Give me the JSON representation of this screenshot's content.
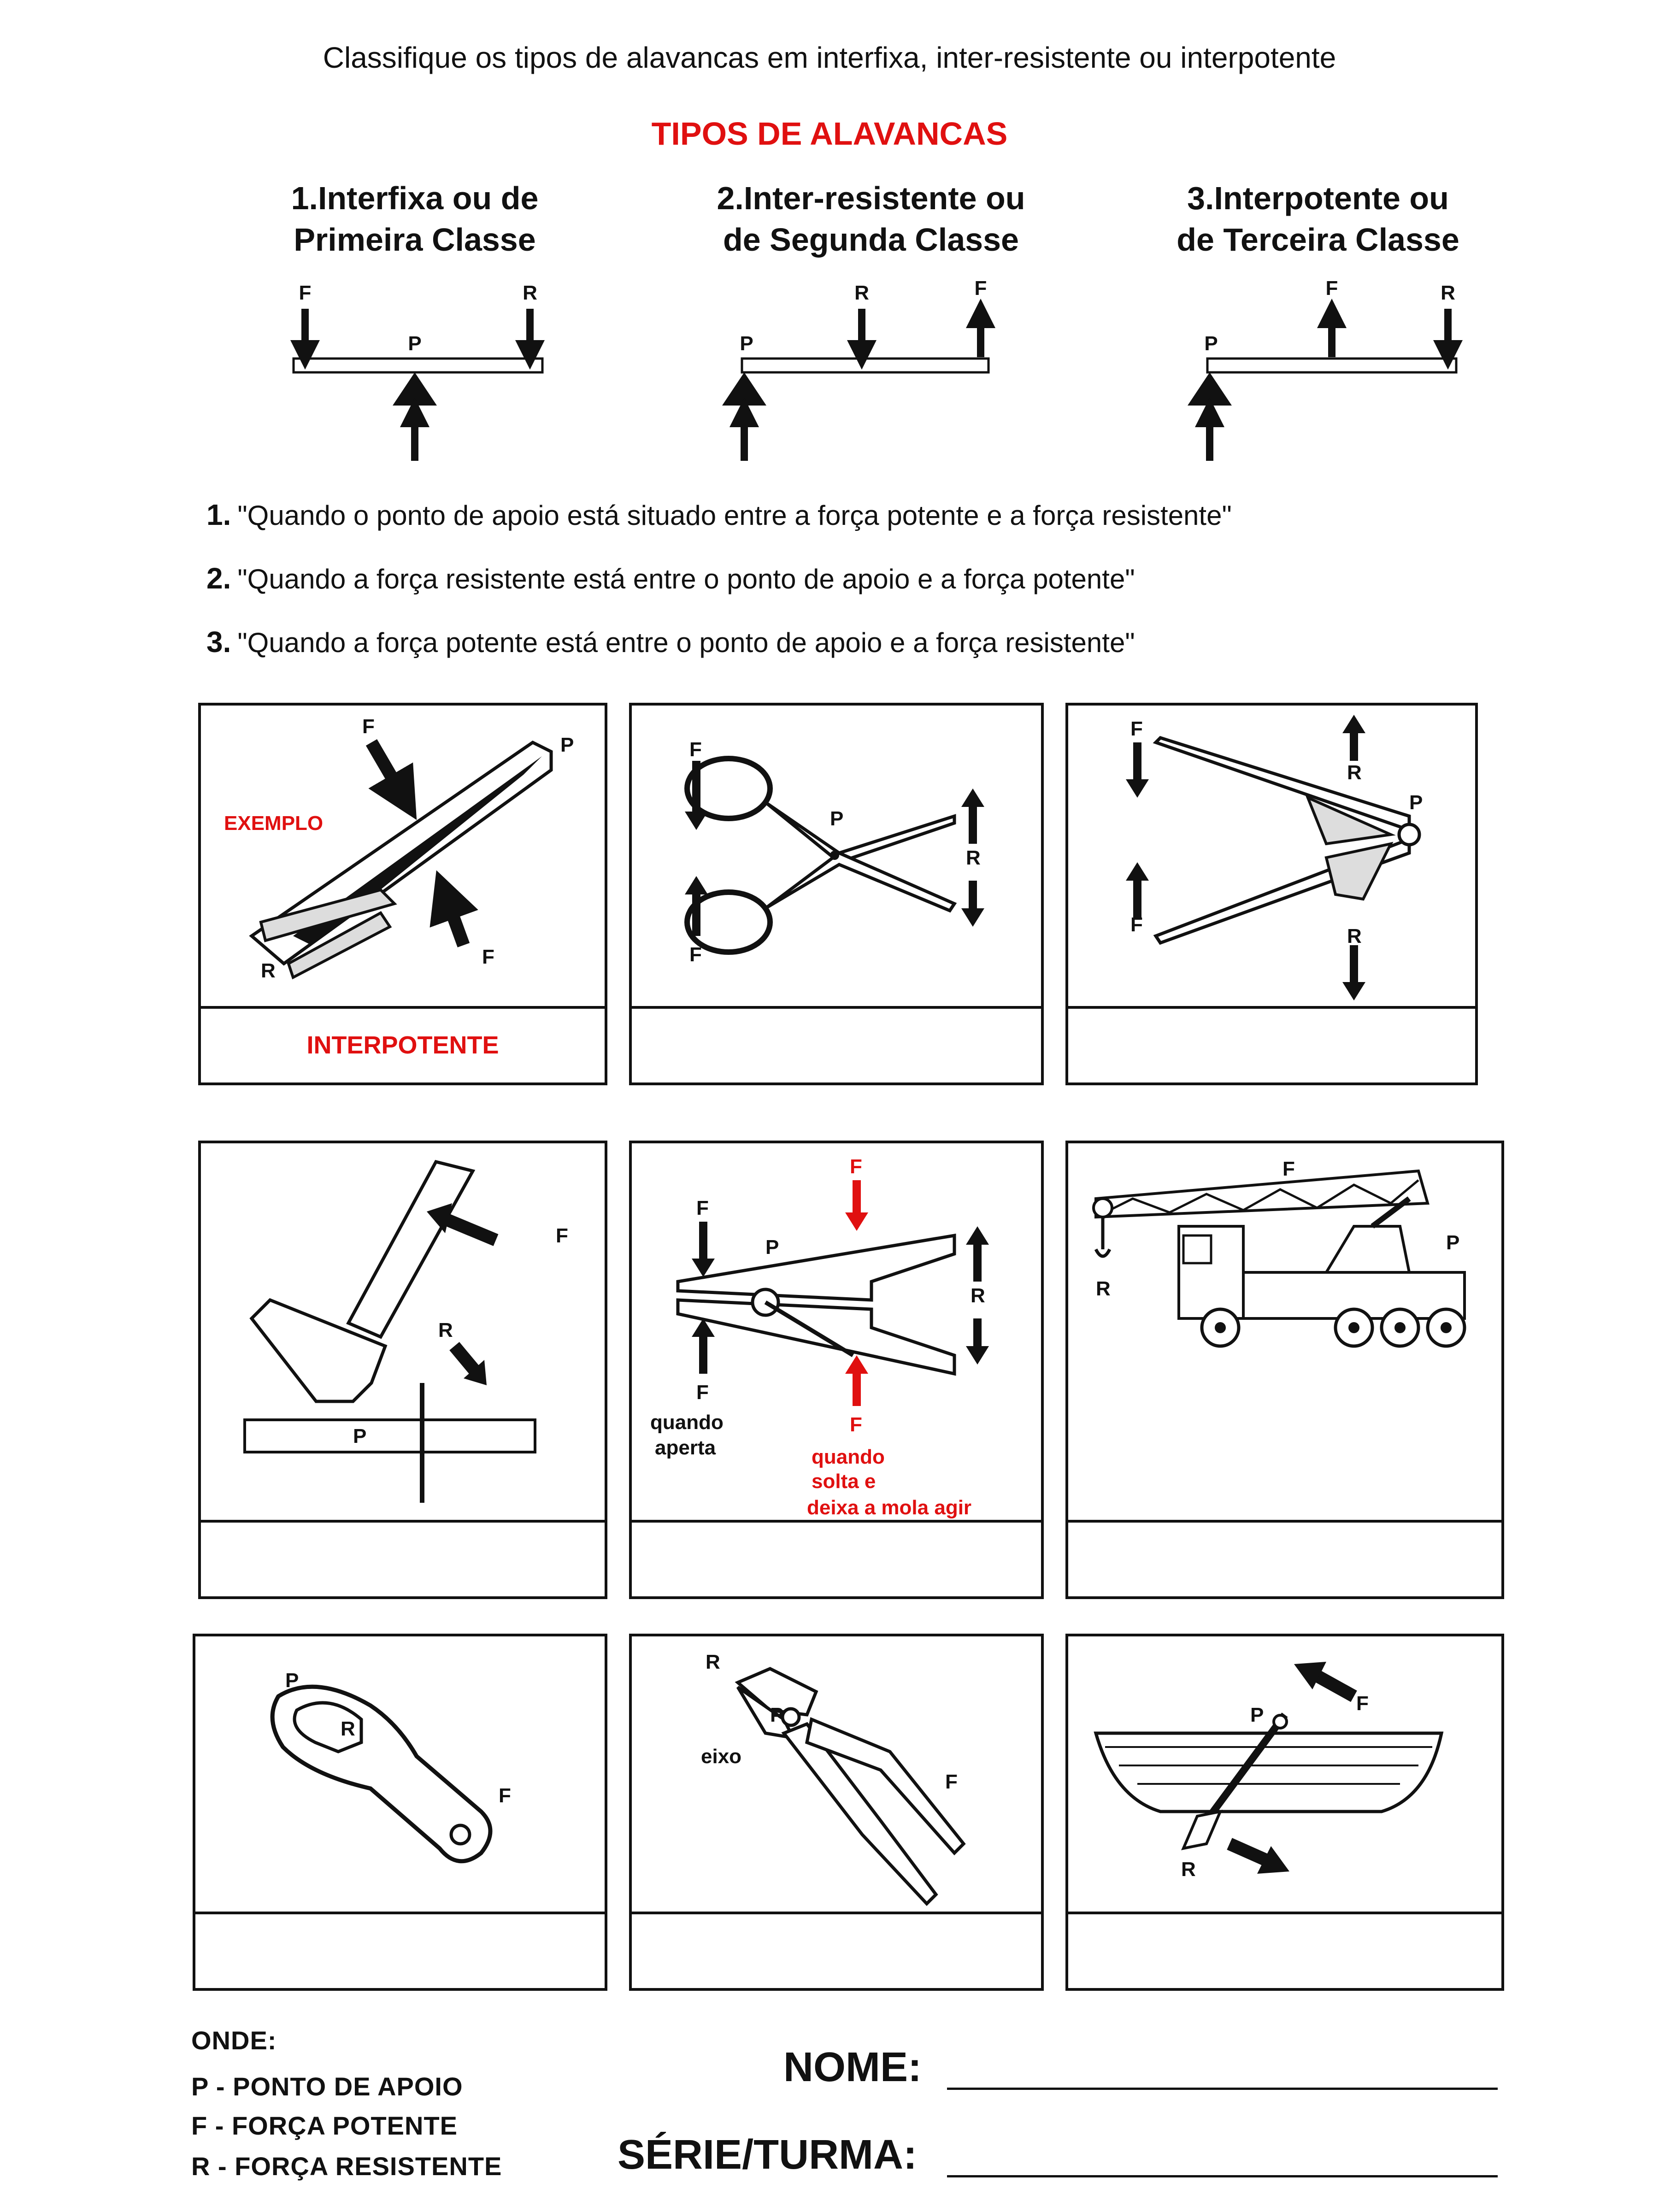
{
  "instruction": "Classifique os tipos de alavancas em interfixa, inter-resistente ou interpotente",
  "section_title": "TIPOS DE ALAVANCAS",
  "types": [
    {
      "line1": "1.Interfixa ou de",
      "line2": "Primeira Classe"
    },
    {
      "line1": "2.Inter-resistente ou",
      "line2": "de Segunda Classe"
    },
    {
      "line1": "3.Interpotente ou",
      "line2": "de Terceira Classe"
    }
  ],
  "diagram_labels": {
    "force": "F",
    "resistance": "R",
    "pivot": "P"
  },
  "statements": [
    {
      "num": "1.",
      "text": "\"Quando o ponto de apoio está situado entre a força potente e a força resistente\""
    },
    {
      "num": "2.",
      "text": "\"Quando a força resistente está entre o ponto de apoio e a força potente\""
    },
    {
      "num": "3.",
      "text": "\"Quando a força potente está entre o ponto de apoio e a força resistente\""
    }
  ],
  "cards": [
    {
      "item": "pegador",
      "example_label": "EXEMPLO",
      "answer": "INTERPOTENTE"
    },
    {
      "item": "tesoura",
      "answer": ""
    },
    {
      "item": "quebra-nozes",
      "answer": ""
    },
    {
      "item": "martelo",
      "answer": ""
    },
    {
      "item": "pregador",
      "answer": "",
      "note_left": [
        "quando",
        "aperta"
      ],
      "note_right": [
        "quando",
        "solta e",
        "deixa a mola agir"
      ]
    },
    {
      "item": "guindaste",
      "answer": ""
    },
    {
      "item": "abridor",
      "answer": ""
    },
    {
      "item": "alicate",
      "answer": "",
      "axis_label": "eixo"
    },
    {
      "item": "remo",
      "answer": ""
    }
  ],
  "legend": {
    "heading": "ONDE:",
    "items": [
      "P - PONTO DE APOIO",
      "F - FORÇA POTENTE",
      "R - FORÇA RESISTENTE"
    ]
  },
  "form": {
    "name_label": "NOME:",
    "class_label": "SÉRIE/TURMA:"
  },
  "colors": {
    "accent": "#e01010",
    "ink": "#111111"
  }
}
